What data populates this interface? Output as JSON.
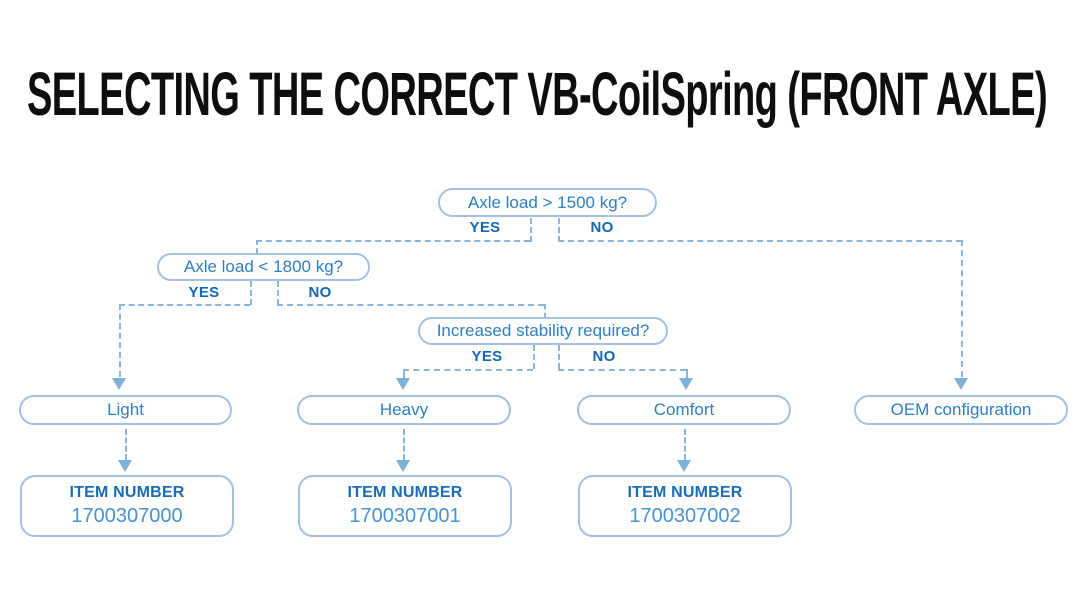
{
  "title": "SELECTING THE CORRECT VB-CoilSpring (FRONT AXLE)",
  "colors": {
    "background": "#ffffff",
    "title_color": "#0e0e0e",
    "node_border": "#a3c1e2",
    "node_text": "#2e7fc2",
    "branch_text": "#1467b3",
    "connector": "#8ab6dc",
    "arrow": "#7fb0da",
    "item_label": "#1a6cb5",
    "item_number": "#4792d0"
  },
  "flowchart": {
    "decisions": [
      {
        "question": "Axle load > 1500 kg?",
        "yes_label": "YES",
        "no_label": "NO"
      },
      {
        "question": "Axle load < 1800 kg?",
        "yes_label": "YES",
        "no_label": "NO"
      },
      {
        "question": "Increased stability required?",
        "yes_label": "YES",
        "no_label": "NO"
      }
    ],
    "outcomes": [
      {
        "label": "Light",
        "item_label": "ITEM NUMBER",
        "item_number": "1700307000"
      },
      {
        "label": "Heavy",
        "item_label": "ITEM NUMBER",
        "item_number": "1700307001"
      },
      {
        "label": "Comfort",
        "item_label": "ITEM NUMBER",
        "item_number": "1700307002"
      },
      {
        "label": "OEM configuration"
      }
    ]
  }
}
